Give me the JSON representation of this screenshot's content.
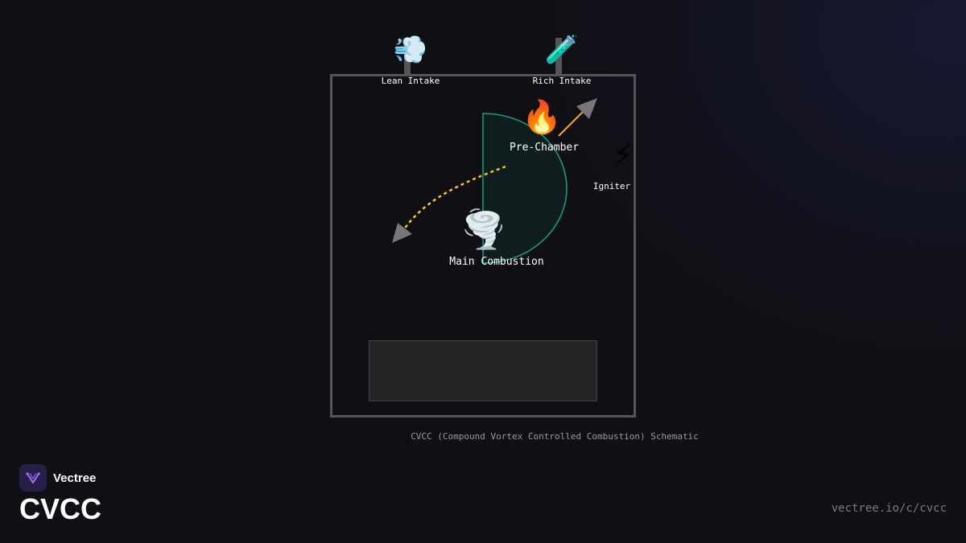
{
  "diagram": {
    "labels": {
      "lean_intake": "Lean Intake",
      "rich_intake": "Rich Intake",
      "pre_chamber": "Pre-Chamber",
      "igniter": "Igniter",
      "main_combustion": "Main Combustion"
    },
    "icons": {
      "lean_intake": "wind-icon",
      "rich_intake": "test-tube-icon",
      "pre_chamber": "fire-icon",
      "igniter": "lightning-icon",
      "main_combustion": "tornado-icon"
    },
    "caption": "CVCC (Compound Vortex Controlled Combustion) Schematic",
    "colors": {
      "pre_chamber_stroke": "#13a085",
      "flame_path": "#f5c518",
      "igniter_arrow": "#f5a623",
      "wall": "#555555"
    }
  },
  "brand": {
    "name": "Vectree",
    "title": "CVCC",
    "url": "vectree.io/c/cvcc"
  }
}
